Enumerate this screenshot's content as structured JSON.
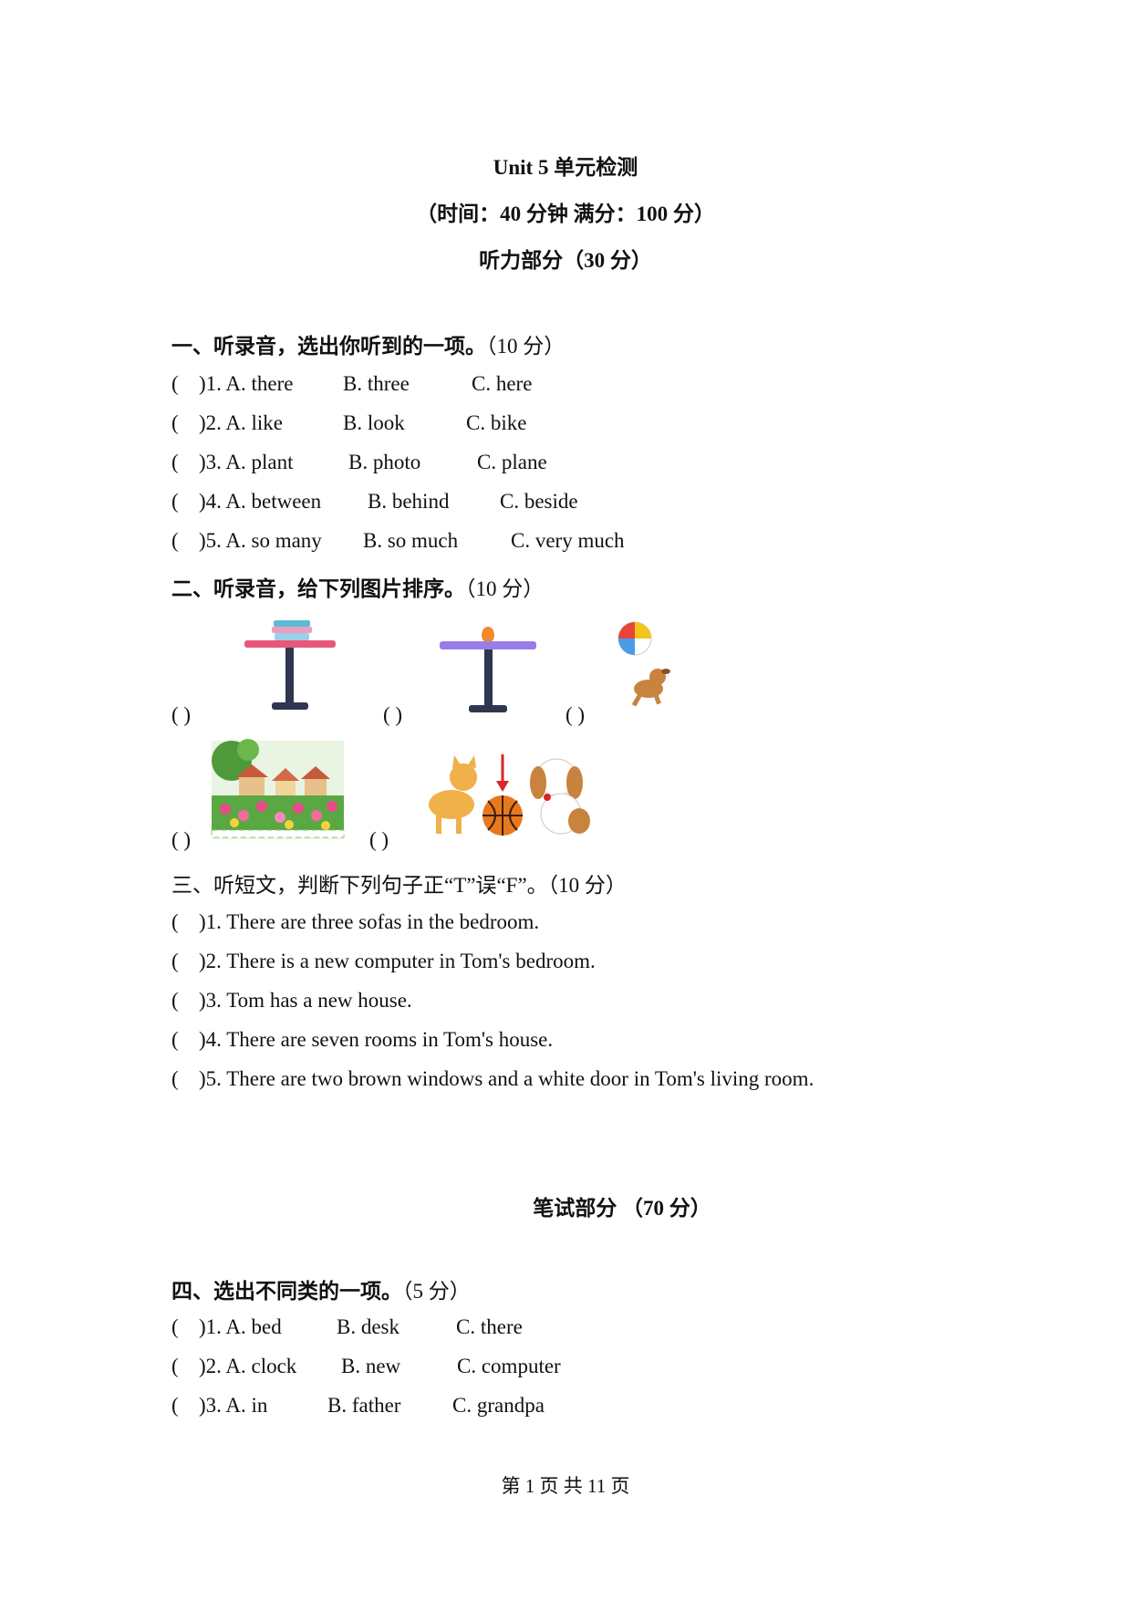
{
  "header": {
    "title": "Unit 5 单元检测",
    "subtitle": "（时间：40 分钟 满分：100 分）",
    "listening_title": "听力部分（30 分）"
  },
  "section1": {
    "heading": "一、听录音，选出你听到的一项。",
    "score": "（10 分）",
    "items": [
      {
        "num": ")1. A. there",
        "b": "B. three",
        "c": "C. here"
      },
      {
        "num": ")2. A. like",
        "b": "B. look",
        "c": "C. bike"
      },
      {
        "num": ")3. A. plant",
        "b": "B. photo",
        "c": "C. plane"
      },
      {
        "num": ")4. A. between",
        "b": "B. behind",
        "c": "C. beside"
      },
      {
        "num": ")5. A. so many",
        "b": "B. so much",
        "c": "C. very much"
      }
    ]
  },
  "section2": {
    "heading": "二、听录音，给下列图片排序。",
    "score": "（10 分）",
    "blank": "(   )"
  },
  "section3": {
    "heading": "三、听短文，判断下列句子正“T”误“F”。（10 分）",
    "items": [
      ")1. There are three sofas in the bedroom.",
      ")2. There is a new computer in Tom's bedroom.",
      ")3. Tom has a new house.",
      ")4. There are seven rooms in Tom's house.",
      ")5. There are two brown windows and a white door in Tom's living room."
    ]
  },
  "written_title": "笔试部分 （70 分）",
  "section4": {
    "heading": "四、选出不同类的一项。",
    "score": "（5 分）",
    "items": [
      {
        "num": ")1. A. bed",
        "b": "B. desk",
        "c": "C. there"
      },
      {
        "num": ")2. A. clock",
        "b": "B. new",
        "c": "C. computer"
      },
      {
        "num": ")3. A. in",
        "b": "B. father",
        "c": "C. grandpa"
      }
    ]
  },
  "footer": "第 1 页 共 11 页",
  "colors": {
    "table_top_pink": "#e8577a",
    "table_top_purple": "#9a7ee8",
    "table_stand": "#2f3650"
  }
}
